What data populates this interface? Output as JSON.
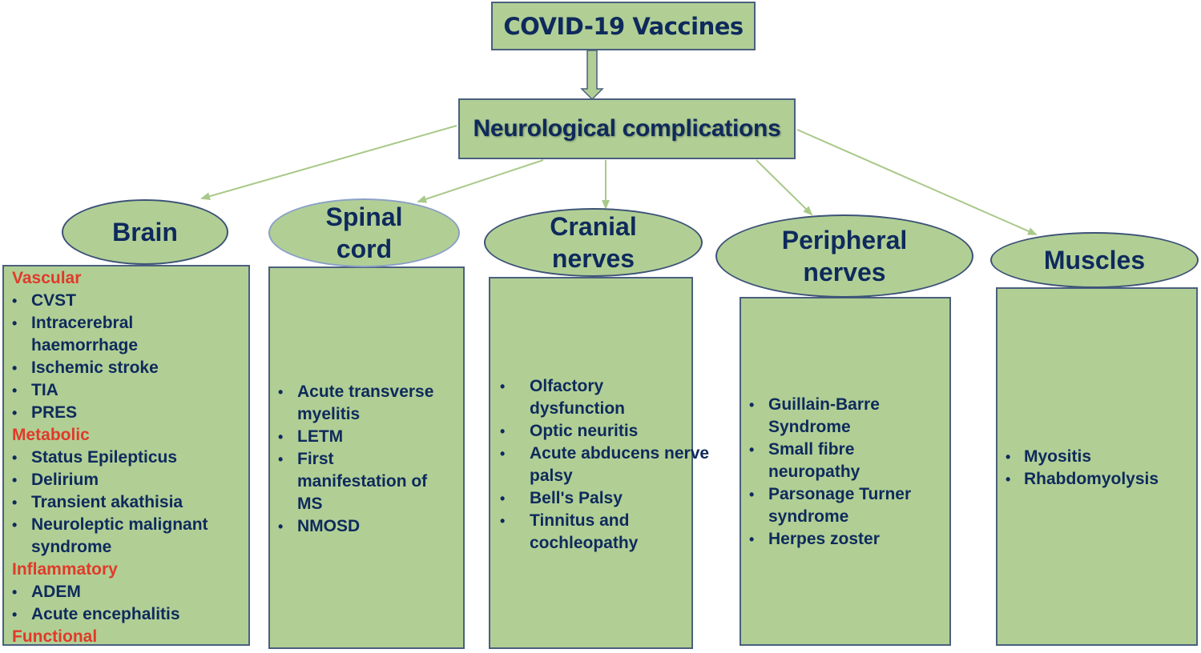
{
  "diagram": {
    "title": "COVID-19 Vaccines",
    "subtitle": "Neurological complications",
    "colors": {
      "node_fill": "#b1cf95",
      "node_border": "#4a5f7e",
      "text": "#0e2a5c",
      "category_text": "#e03a2a",
      "connector": "#a9c98a"
    },
    "branches": {
      "brain": {
        "label_line1": "Brain",
        "groups": [
          {
            "category": "Vascular",
            "items": [
              "CVST",
              "Intracerebral haemorrhage",
              "Ischemic stroke",
              "TIA",
              "PRES"
            ]
          },
          {
            "category": "Metabolic",
            "items": [
              "Status Epilepticus",
              "Delirium",
              "Transient akathisia",
              "Neuroleptic malignant syndrome"
            ]
          },
          {
            "category": "Inflammatory",
            "items": [
              "ADEM",
              "Acute encephalitis"
            ]
          },
          {
            "category": "Functional",
            "items": []
          }
        ]
      },
      "spinal": {
        "label_line1": "Spinal",
        "label_line2": "cord",
        "items": [
          "Acute transverse myelitis",
          "LETM",
          "First manifestation of MS",
          "NMOSD"
        ]
      },
      "cranial": {
        "label_line1": "Cranial",
        "label_line2": "nerves",
        "items": [
          "Olfactory dysfunction",
          "Optic neuritis",
          "Acute abducens nerve palsy",
          "Bell's Palsy",
          "Tinnitus and cochleopathy"
        ]
      },
      "peripheral": {
        "label_line1": "Peripheral",
        "label_line2": "nerves",
        "items": [
          "Guillain-Barre Syndrome",
          "Small fibre neuropathy",
          "Parsonage Turner syndrome",
          "Herpes zoster"
        ]
      },
      "muscles": {
        "label_line1": "Muscles",
        "items": [
          "Myositis",
          "Rhabdomyolysis"
        ]
      }
    }
  }
}
